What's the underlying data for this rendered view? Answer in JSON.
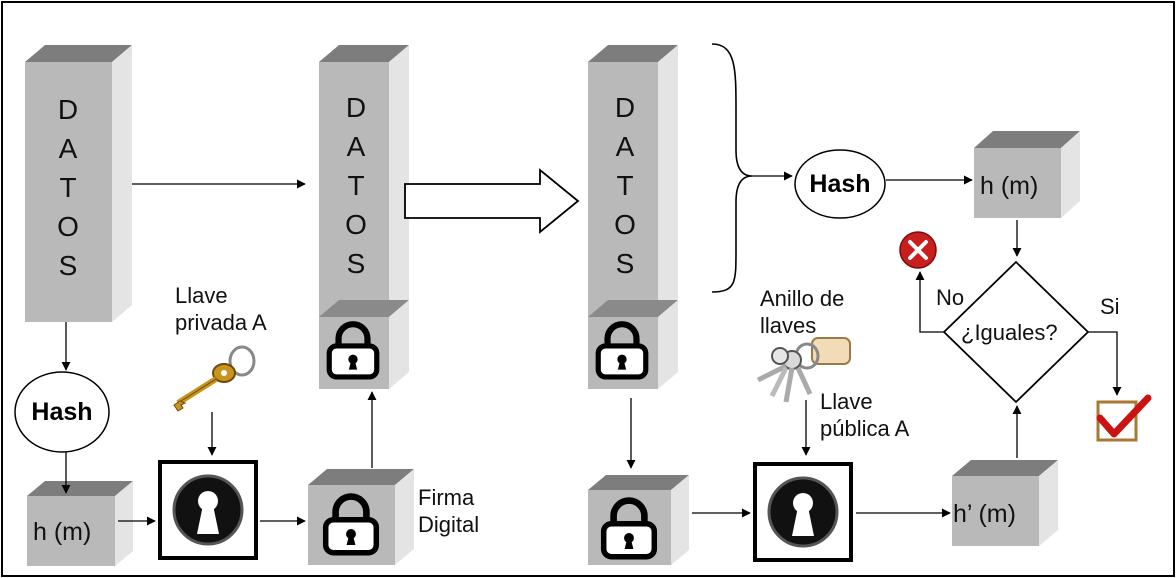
{
  "labels": {
    "datos_letters": [
      "D",
      "A",
      "T",
      "O",
      "S"
    ],
    "hash": "Hash",
    "hm": "h (m)",
    "hm_prime": "h’ (m)",
    "llave_privada": [
      "Llave",
      "privada A"
    ],
    "firma_digital": [
      "Firma",
      "Digital"
    ],
    "anillo": [
      "Anillo de",
      "llaves"
    ],
    "llave_publica": [
      "Llave",
      "pública A"
    ],
    "iguales": "¿Iguales?",
    "no": "No",
    "si": "Si"
  },
  "icons": {
    "padlock": "padlock-icon",
    "keyhole": "keyhole-icon",
    "key": "key-icon",
    "keyring": "keyring-icon",
    "error": "error-x-icon",
    "check": "checkmark-icon"
  },
  "colors": {
    "box_front": "#b9b9b9",
    "box_top": "#7d7d7d",
    "box_side": "#e4e4e4",
    "error_red": "#c81e1e",
    "check_red": "#cc1111",
    "key_gold": "#c8941e"
  }
}
